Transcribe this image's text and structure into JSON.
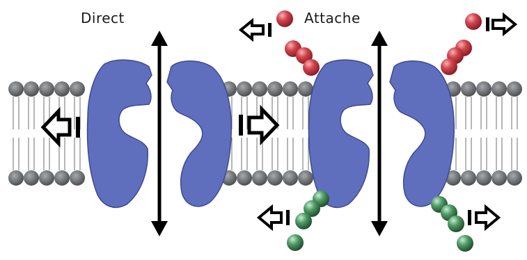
{
  "labels": {
    "direct": "Direct",
    "attached": "Attache"
  },
  "colors": {
    "background": "#ffffff",
    "protein": "#5f6fbd",
    "protein_outline": "#3d4a8f",
    "lipid_head": "#5a5f61",
    "lipid_tail": "#6c6c6c",
    "red_ball": "#c4323c",
    "green_ball": "#3f8a55",
    "arrow": "#000000"
  },
  "icons": {
    "transport_arrow": "double-headed-vertical-arrow",
    "flow_arrow": "hollow-block-arrow"
  }
}
